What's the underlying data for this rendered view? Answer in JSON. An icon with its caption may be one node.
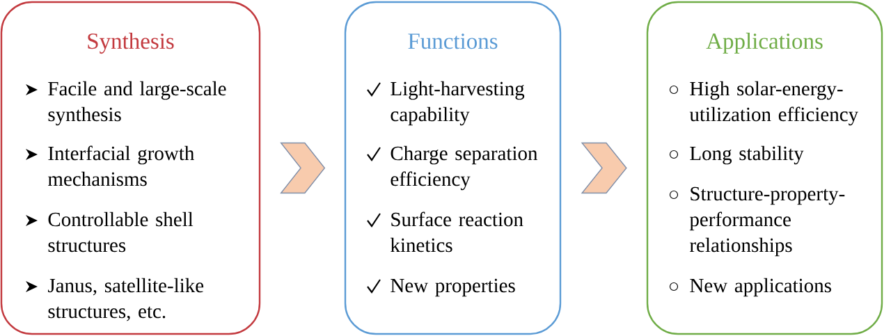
{
  "diagram": {
    "nodes": [
      {
        "text": [
          "Synthesis",
          "Facile and large-scale synthesis",
          "Interfacial growth mechanisms",
          "Controllable shell structures",
          "Janus, satellite-like structures, etc."
        ]
      },
      {
        "text": [
          "Functions",
          "Light-harvesting capability",
          "Charge separation efficiency",
          "Surface reaction kinetics",
          "New properties"
        ]
      },
      {
        "text": [
          "Applications",
          "High solar-energy-utilization efficiency",
          "Long stability",
          "Structure-property-performance relationships",
          "New applications"
        ]
      }
    ],
    "edges": [
      {
        "from": 0,
        "to": 1,
        "arrow": "to"
      },
      {
        "from": 1,
        "to": 2,
        "arrow": "to"
      }
    ]
  }
}
